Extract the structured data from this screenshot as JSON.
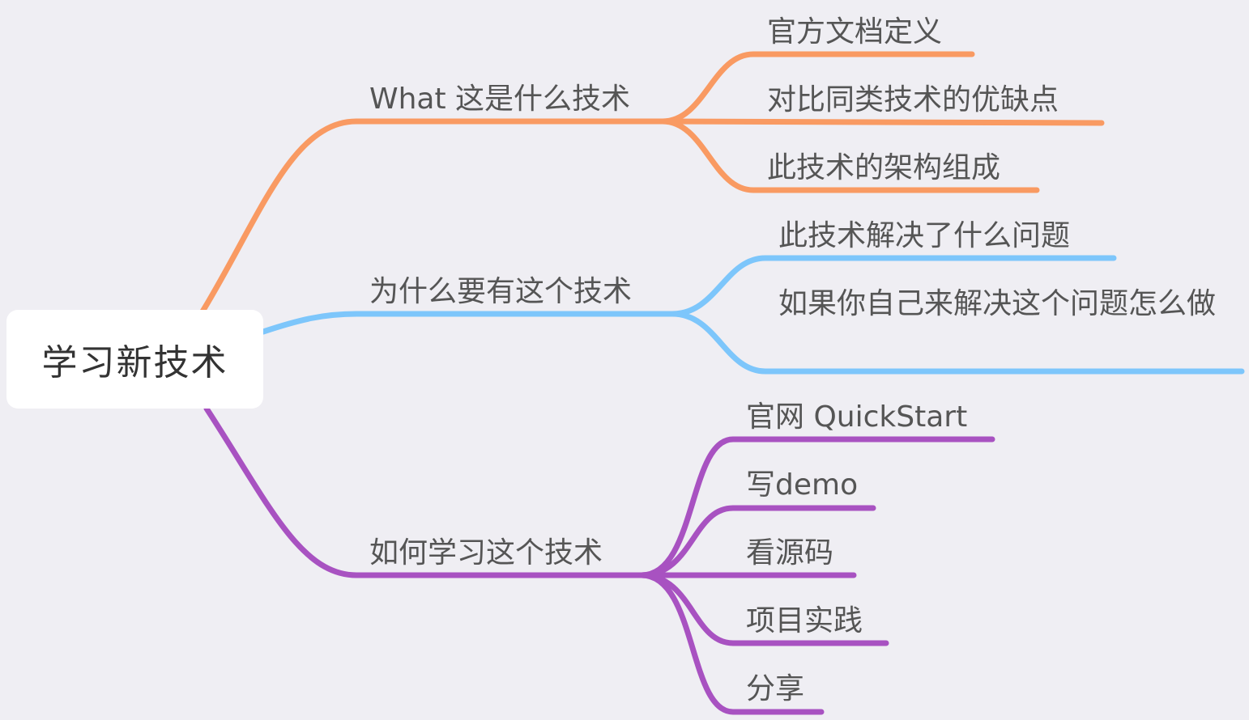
{
  "root": {
    "label": "学习新技术"
  },
  "branches": [
    {
      "label": "What 这是什么技术",
      "color": "#f99a62",
      "children": [
        {
          "label": "官方文档定义"
        },
        {
          "label": "对比同类技术的优缺点"
        },
        {
          "label": "此技术的架构组成"
        }
      ]
    },
    {
      "label": "为什么要有这个技术",
      "color": "#7dc6fb",
      "children": [
        {
          "label": "此技术解决了什么问题"
        },
        {
          "label": "如果你自己来解决这个问题怎么做"
        }
      ]
    },
    {
      "label": "如何学习这个技术",
      "color": "#a852c1",
      "children": [
        {
          "label": "官网 QuickStart"
        },
        {
          "label": "写demo"
        },
        {
          "label": "看源码"
        },
        {
          "label": "项目实践"
        },
        {
          "label": "分享"
        }
      ]
    }
  ]
}
